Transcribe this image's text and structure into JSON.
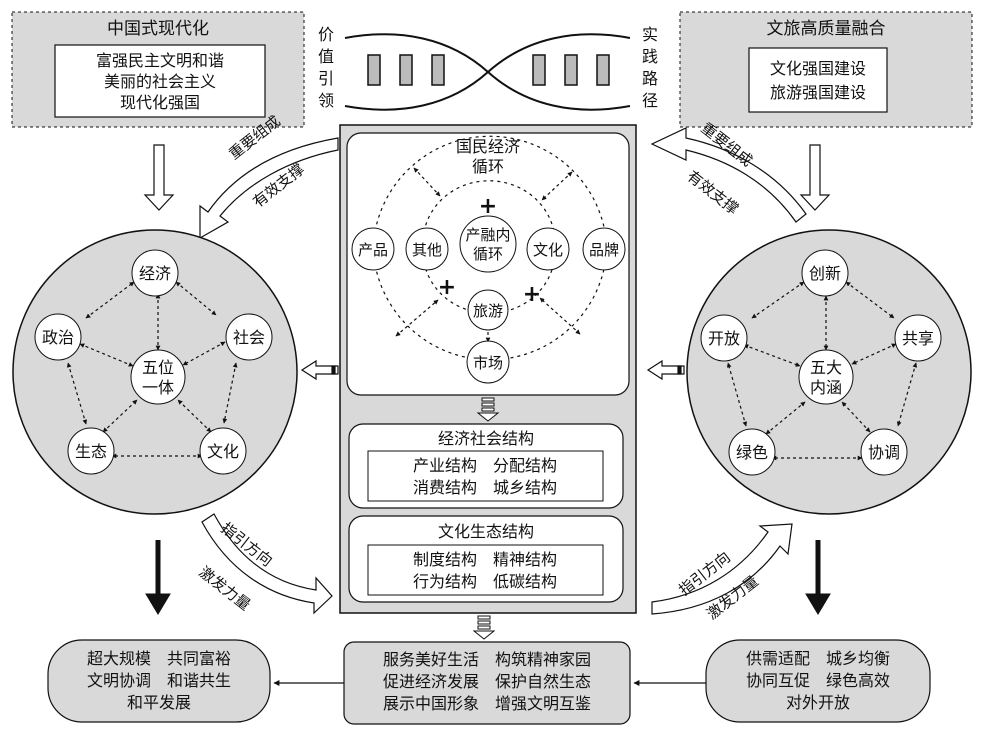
{
  "top_left": {
    "title": "中国式现代化",
    "lines": [
      "富强民主文明和谐",
      "美丽的社会主义",
      "现代化强国"
    ]
  },
  "top_right": {
    "title": "文旅高质量融合",
    "lines": [
      "文化强国建设",
      "旅游强国建设"
    ]
  },
  "value_lead": [
    "价",
    "值",
    "引",
    "领"
  ],
  "practice_path": [
    "实",
    "践",
    "路",
    "径"
  ],
  "arrows": {
    "important_component": "重要组成",
    "effective_support": "有效支撑",
    "guide_direction": "指引方向",
    "stimulate_power": "激发力量"
  },
  "left_circle": {
    "center": [
      "五位",
      "一体"
    ],
    "nodes": [
      "经济",
      "社会",
      "文化",
      "生态",
      "政治"
    ]
  },
  "right_circle": {
    "center": [
      "五大",
      "内涵"
    ],
    "nodes": [
      "创新",
      "共享",
      "协调",
      "绿色",
      "开放"
    ]
  },
  "economy": {
    "title": [
      "国民经济",
      "循环"
    ],
    "inner": [
      "产融内",
      "循环"
    ],
    "tourism": "旅游",
    "market": "市场",
    "culture": "文化",
    "brand": "品牌",
    "product": "产品",
    "other": "其他",
    "plus": "+"
  },
  "structure1": {
    "title": "经济社会结构",
    "lines": [
      "产业结构　分配结构",
      "消费结构　城乡结构"
    ]
  },
  "structure2": {
    "title": "文化生态结构",
    "lines": [
      "制度结构　精神结构",
      "行为结构　低碳结构"
    ]
  },
  "bottom_left": {
    "lines": [
      "超大规模　共同富裕",
      "文明协调　和谐共生",
      "和平发展"
    ]
  },
  "bottom_middle": {
    "lines": [
      "服务美好生活　构筑精神家园",
      "促进经济发展　保护自然生态",
      "展示中国形象　增强文明互鉴"
    ]
  },
  "bottom_right": {
    "lines": [
      "供需适配　城乡均衡",
      "协同互促　绿色高效",
      "对外开放"
    ]
  },
  "colors": {
    "panel": "#d9d9d9",
    "line": "#111111",
    "white": "#ffffff"
  }
}
